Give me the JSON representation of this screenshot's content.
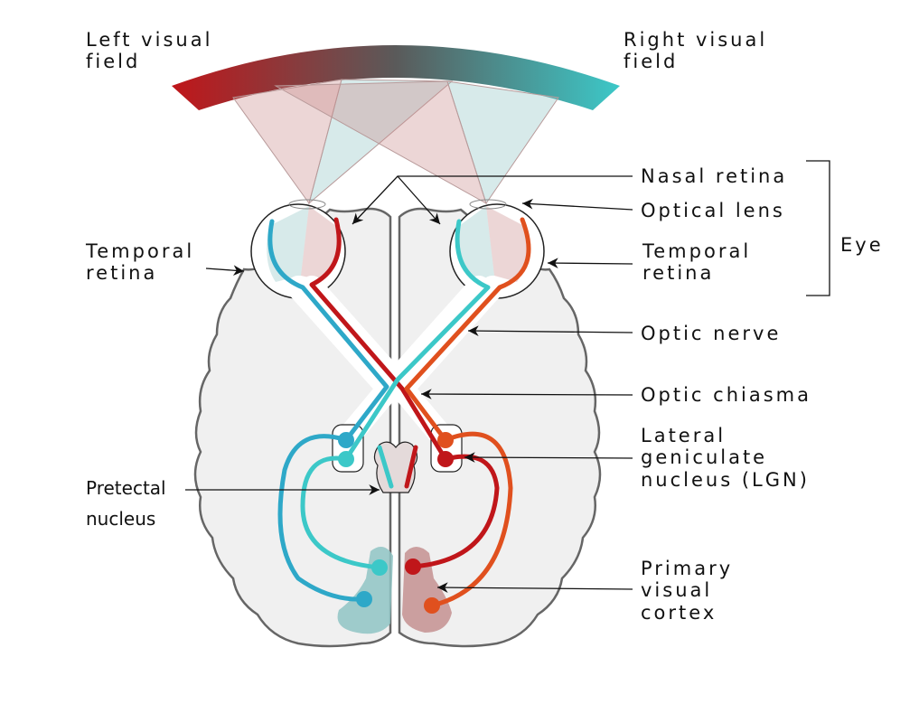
{
  "labels": {
    "left_field": [
      "Left visual",
      "field"
    ],
    "right_field": [
      "Right visual",
      "field"
    ],
    "nasal_retina": "Nasal retina",
    "optical_lens": "Optical lens",
    "temporal_retina_right": [
      "Temporal",
      "retina"
    ],
    "temporal_retina_left": [
      "Temporal",
      "retina"
    ],
    "eye": "Eye",
    "optic_nerve": "Optic nerve",
    "optic_chiasma": "Optic chiasma",
    "lgn": [
      "Lateral",
      "geniculate",
      "nucleus (LGN)"
    ],
    "pretectal": [
      "Pretectal",
      "nucleus"
    ],
    "visual_cortex": [
      "Primary",
      "visual",
      "cortex"
    ]
  },
  "colors": {
    "left_field": "#c0161a",
    "right_field": "#3cc8c8",
    "left_eye_temporal": "#2ea8c8",
    "left_eye_nasal": "#c0161a",
    "right_eye_nasal": "#3cc8c8",
    "right_eye_temporal": "#e0501e",
    "brain_fill": "#f0f0f0",
    "brain_outline": "#666666"
  }
}
